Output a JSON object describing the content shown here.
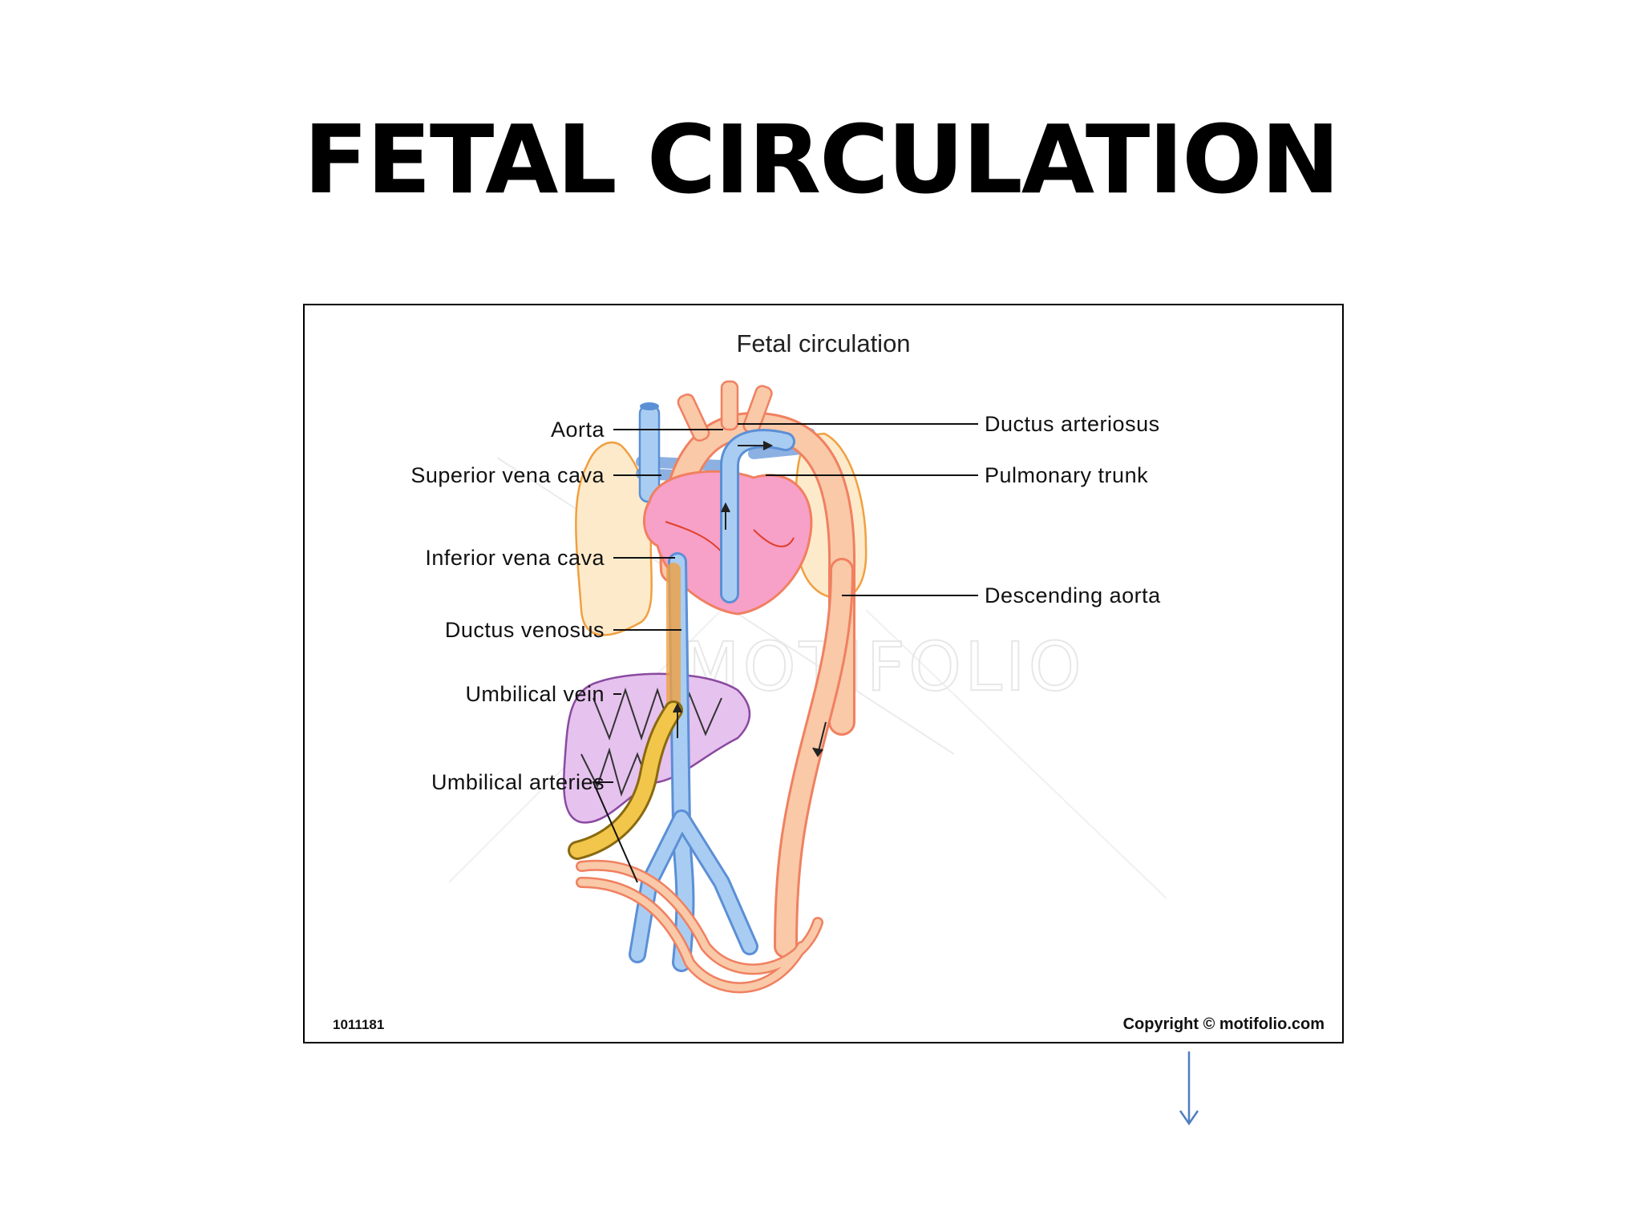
{
  "slide": {
    "title": "FETAL CIRCULATION"
  },
  "figure": {
    "title": "Fetal circulation",
    "watermark": "MOTIFOLIO",
    "id_code": "1011181",
    "copyright": "Copyright © motifolio.com",
    "labels_left": {
      "aorta": "Aorta",
      "superior_vena_cava": "Superior vena cava",
      "inferior_vena_cava": "Inferior vena cava",
      "ductus_venosus": "Ductus venosus",
      "umbilical_vein": "Umbilical vein",
      "umbilical_arteries": "Umbilical arteries"
    },
    "labels_right": {
      "ductus_arteriosus": "Ductus arteriosus",
      "pulmonary_trunk": "Pulmonary trunk",
      "descending_aorta": "Descending aorta"
    },
    "colors": {
      "artery_fill": "#f9c9a8",
      "artery_stroke": "#f08060",
      "vein_fill": "#a9cdf2",
      "vein_stroke": "#5b8fd6",
      "heart_fill": "#f7a0c8",
      "lung_fill": "#fdeacb",
      "liver_fill": "#e6c2ee",
      "umbilical_vein_fill": "#f2c64a",
      "nav_arrow": "#4f7ec0"
    }
  },
  "nav": {
    "arrow_icon": "down-arrow-icon"
  }
}
